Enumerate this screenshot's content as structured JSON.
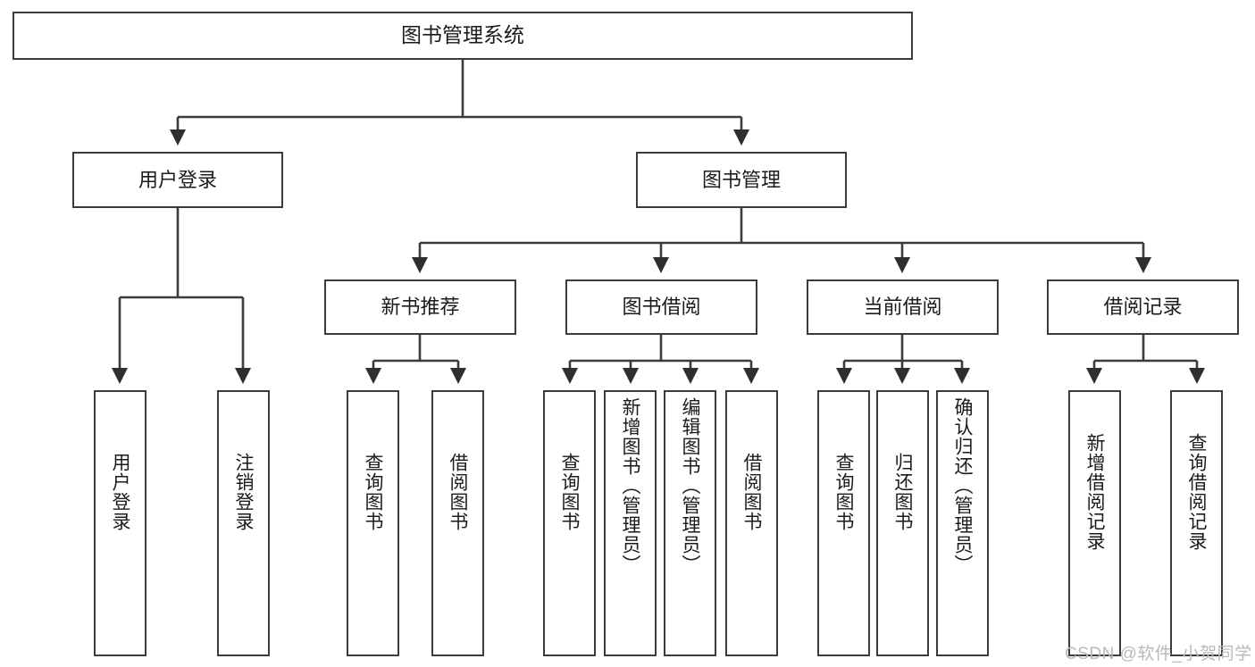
{
  "diagram": {
    "title": "图书管理系统",
    "type": "tree-hierarchy-chart",
    "root": {
      "id": "root",
      "label": "图书管理系统"
    },
    "level2": [
      {
        "id": "user-login",
        "label": "用户登录"
      },
      {
        "id": "book-manage",
        "label": "图书管理"
      }
    ],
    "level3": [
      {
        "id": "new-book-recommend",
        "label": "新书推荐"
      },
      {
        "id": "book-borrow",
        "label": "图书借阅"
      },
      {
        "id": "current-borrow",
        "label": "当前借阅"
      },
      {
        "id": "borrow-record",
        "label": "借阅记录"
      }
    ],
    "leaves": [
      {
        "id": "leaf-user-login",
        "label": "用户登录"
      },
      {
        "id": "leaf-logout-login",
        "label": "注销登录"
      },
      {
        "id": "leaf-query-book-1",
        "label": "查询图书"
      },
      {
        "id": "leaf-borrow-book-1",
        "label": "借阅图书"
      },
      {
        "id": "leaf-query-book-2",
        "label": "查询图书"
      },
      {
        "id": "leaf-add-book",
        "label": "新增图书（管理员）"
      },
      {
        "id": "leaf-edit-book",
        "label": "编辑图书（管理员）"
      },
      {
        "id": "leaf-borrow-book-2",
        "label": "借阅图书"
      },
      {
        "id": "leaf-query-book-3",
        "label": "查询图书"
      },
      {
        "id": "leaf-return-book",
        "label": "归还图书"
      },
      {
        "id": "leaf-confirm-return",
        "label": "确认归还（管理员）"
      },
      {
        "id": "leaf-add-record",
        "label": "新增借阅记录"
      },
      {
        "id": "leaf-query-record",
        "label": "查询借阅记录"
      }
    ],
    "watermark": "CSDN @软件_小贺同学",
    "colors": {
      "stroke": "#3b3b3b",
      "fill": "#ffffff",
      "text": "#1b1b1b",
      "watermark": "#b9b9b9"
    }
  }
}
